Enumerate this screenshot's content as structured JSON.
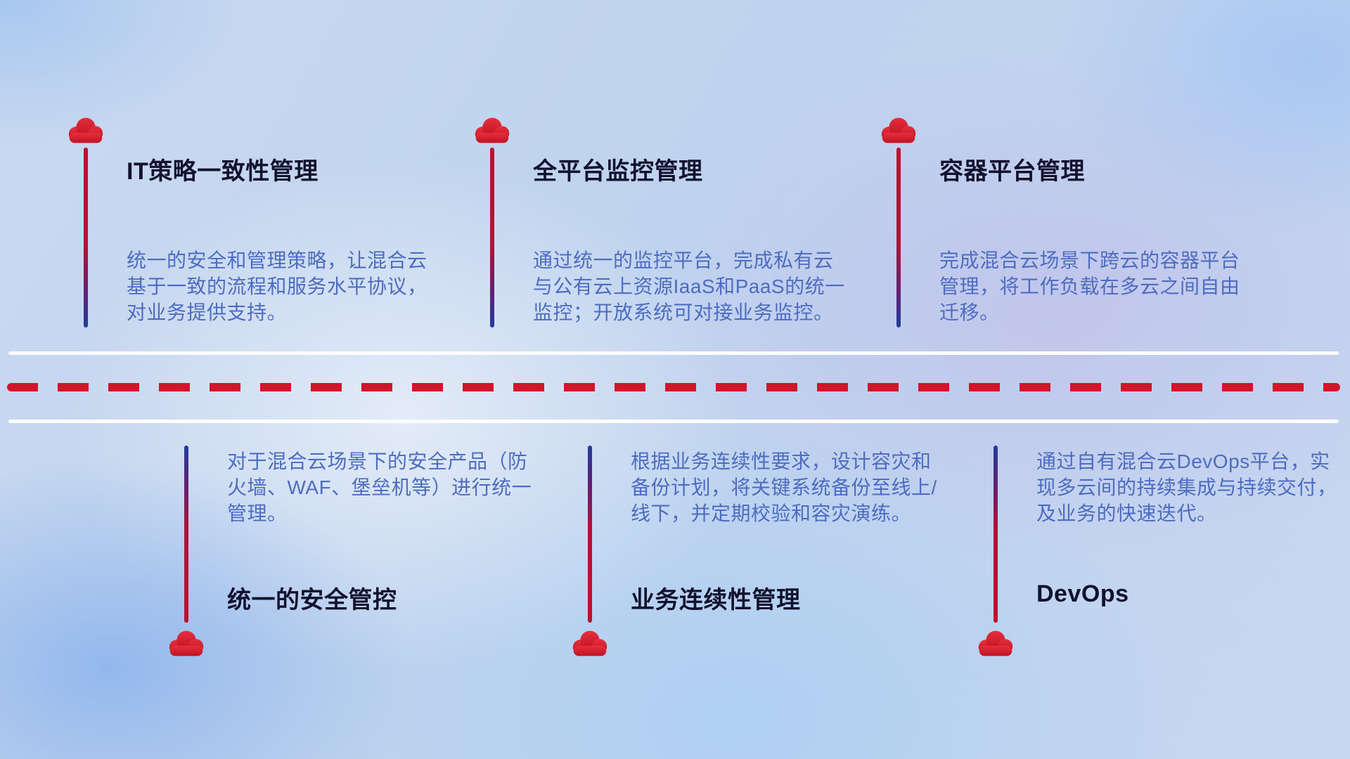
{
  "diagram": {
    "colors": {
      "cloud_red_top": "#e62e3e",
      "cloud_red_bottom": "#bf1322",
      "dash_red": "#d2152a",
      "stem_red": "#c01030",
      "stem_blue": "#1e3c9e",
      "title_color": "#12122e",
      "description_color": "#4e6cc0",
      "band_line_color": "#ffffff"
    },
    "top_items": [
      {
        "title": "IT策略一致性管理",
        "desc": "统一的安全和管理策略，让混合云基于一致的流程和服务水平协议，对业务提供支持。"
      },
      {
        "title": "全平台监控管理",
        "desc": "通过统一的监控平台，完成私有云与公有云上资源IaaS和PaaS的统一监控；开放系统可对接业务监控。"
      },
      {
        "title": "容器平台管理",
        "desc": "完成混合云场景下跨云的容器平台管理，将工作负载在多云之间自由迁移。"
      }
    ],
    "bottom_items": [
      {
        "title": "统一的安全管控",
        "desc": "对于混合云场景下的安全产品（防火墙、WAF、堡垒机等）进行统一管理。"
      },
      {
        "title": "业务连续性管理",
        "desc": "根据业务连续性要求，设计容灾和备份计划，将关键系统备份至线上/线下，并定期校验和容灾演练。"
      },
      {
        "title": "DevOps",
        "desc": "通过自有混合云DevOps平台，实现多云间的持续集成与持续交付，及业务的快速迭代。"
      }
    ]
  }
}
